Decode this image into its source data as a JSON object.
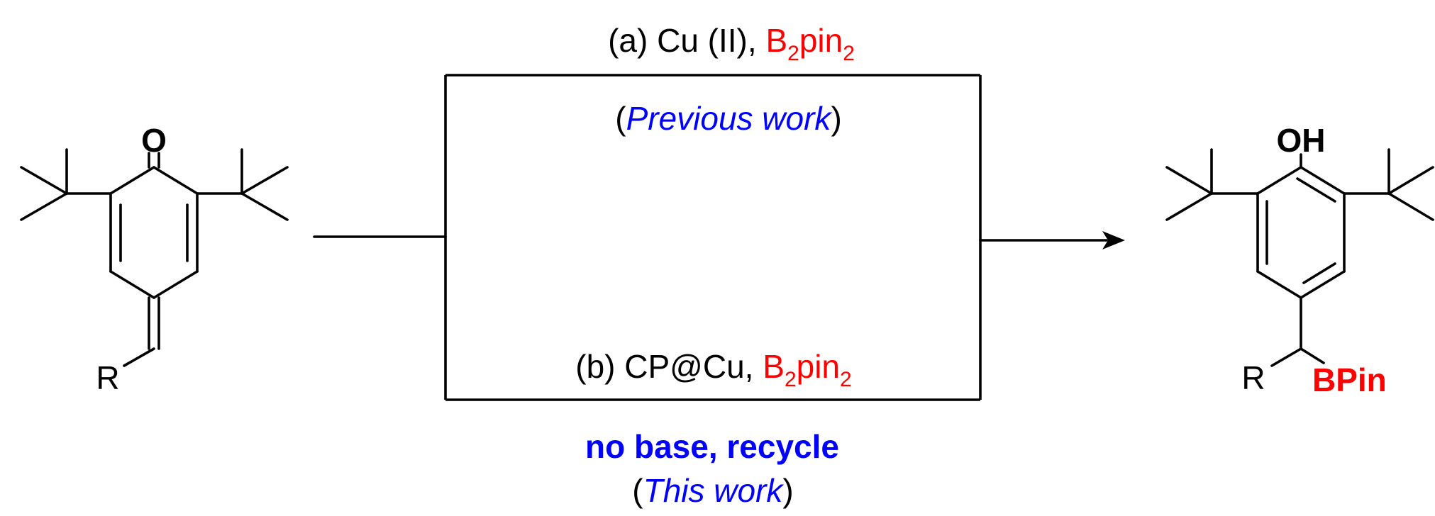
{
  "reactant": {
    "oxygen_label": "O",
    "r_label": "R"
  },
  "product": {
    "hydroxyl_label": "OH",
    "r_label": "R",
    "boron_label": "BPin"
  },
  "condition_a": {
    "prefix": "(a) Cu (II), ",
    "reagent_main": "B",
    "reagent_sub1": "2",
    "reagent_mid": "pin",
    "reagent_sub2": "2",
    "note_open": "(",
    "note_text": "Previous work",
    "note_close": ")"
  },
  "condition_b": {
    "prefix": "(b) CP@Cu, ",
    "reagent_main": "B",
    "reagent_sub1": "2",
    "reagent_mid": "pin",
    "reagent_sub2": "2",
    "highlight": "no base, recycle",
    "note_open": "(",
    "note_text": "This work",
    "note_close": ")"
  },
  "colors": {
    "reagent": "#ff0000",
    "note": "#0000ff",
    "ink": "#000000"
  }
}
